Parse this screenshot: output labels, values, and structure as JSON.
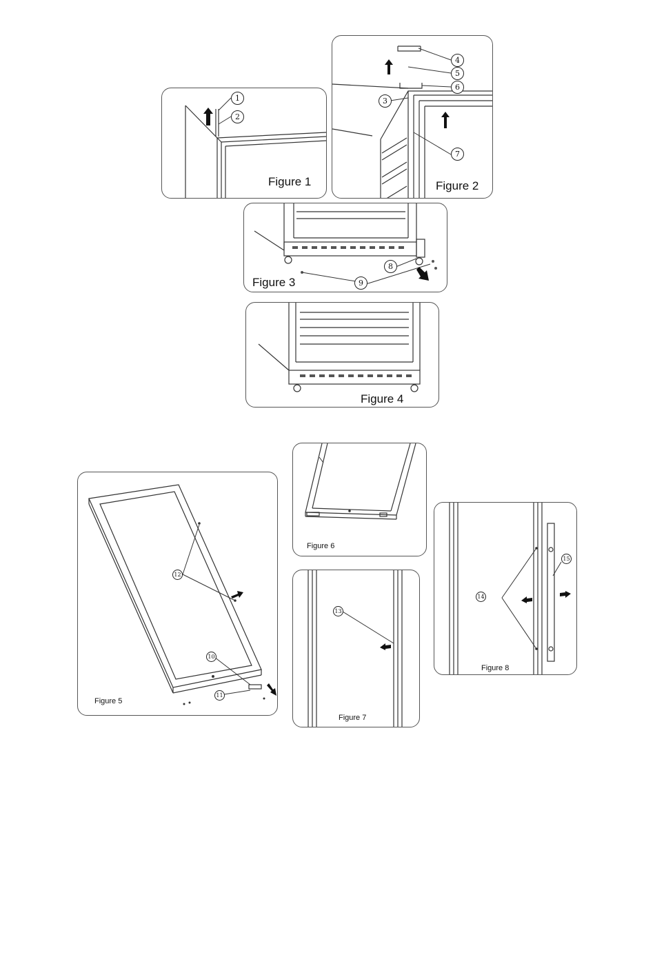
{
  "figures": {
    "f1": "Figure 1",
    "f2": "Figure 2",
    "f3": "Figure 3",
    "f4": "Figure 4",
    "f5": "Figure 5",
    "f6": "Figure 6",
    "f7": "Figure 7",
    "f8": "Figure 8"
  },
  "callouts": {
    "c1": "1",
    "c2": "2",
    "c3": "3",
    "c4": "4",
    "c5": "5",
    "c6": "6",
    "c7": "7",
    "c8": "8",
    "c9": "9",
    "c10": "10",
    "c11": "11",
    "c12": "12",
    "c13": "13",
    "c14": "14",
    "c15": "15"
  }
}
